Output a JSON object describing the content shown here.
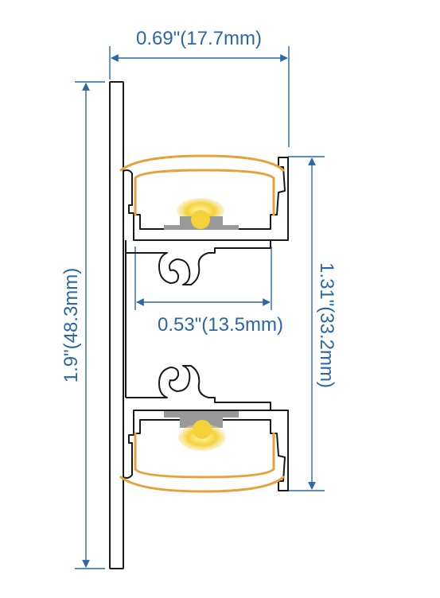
{
  "colors": {
    "dimension": "#2a66a8",
    "profile": "#1a1a1a",
    "diffuser": "#e8a13a",
    "led_light": "#f5d23a",
    "led_chip": "#9a9a9a"
  },
  "dimensions": {
    "top_width": "0.69\"(17.7mm)",
    "total_height": "1.9\"(48.3mm)",
    "channel_height": "1.31\"(33.2mm)",
    "inner_width": "0.53\"(13.5mm)"
  }
}
